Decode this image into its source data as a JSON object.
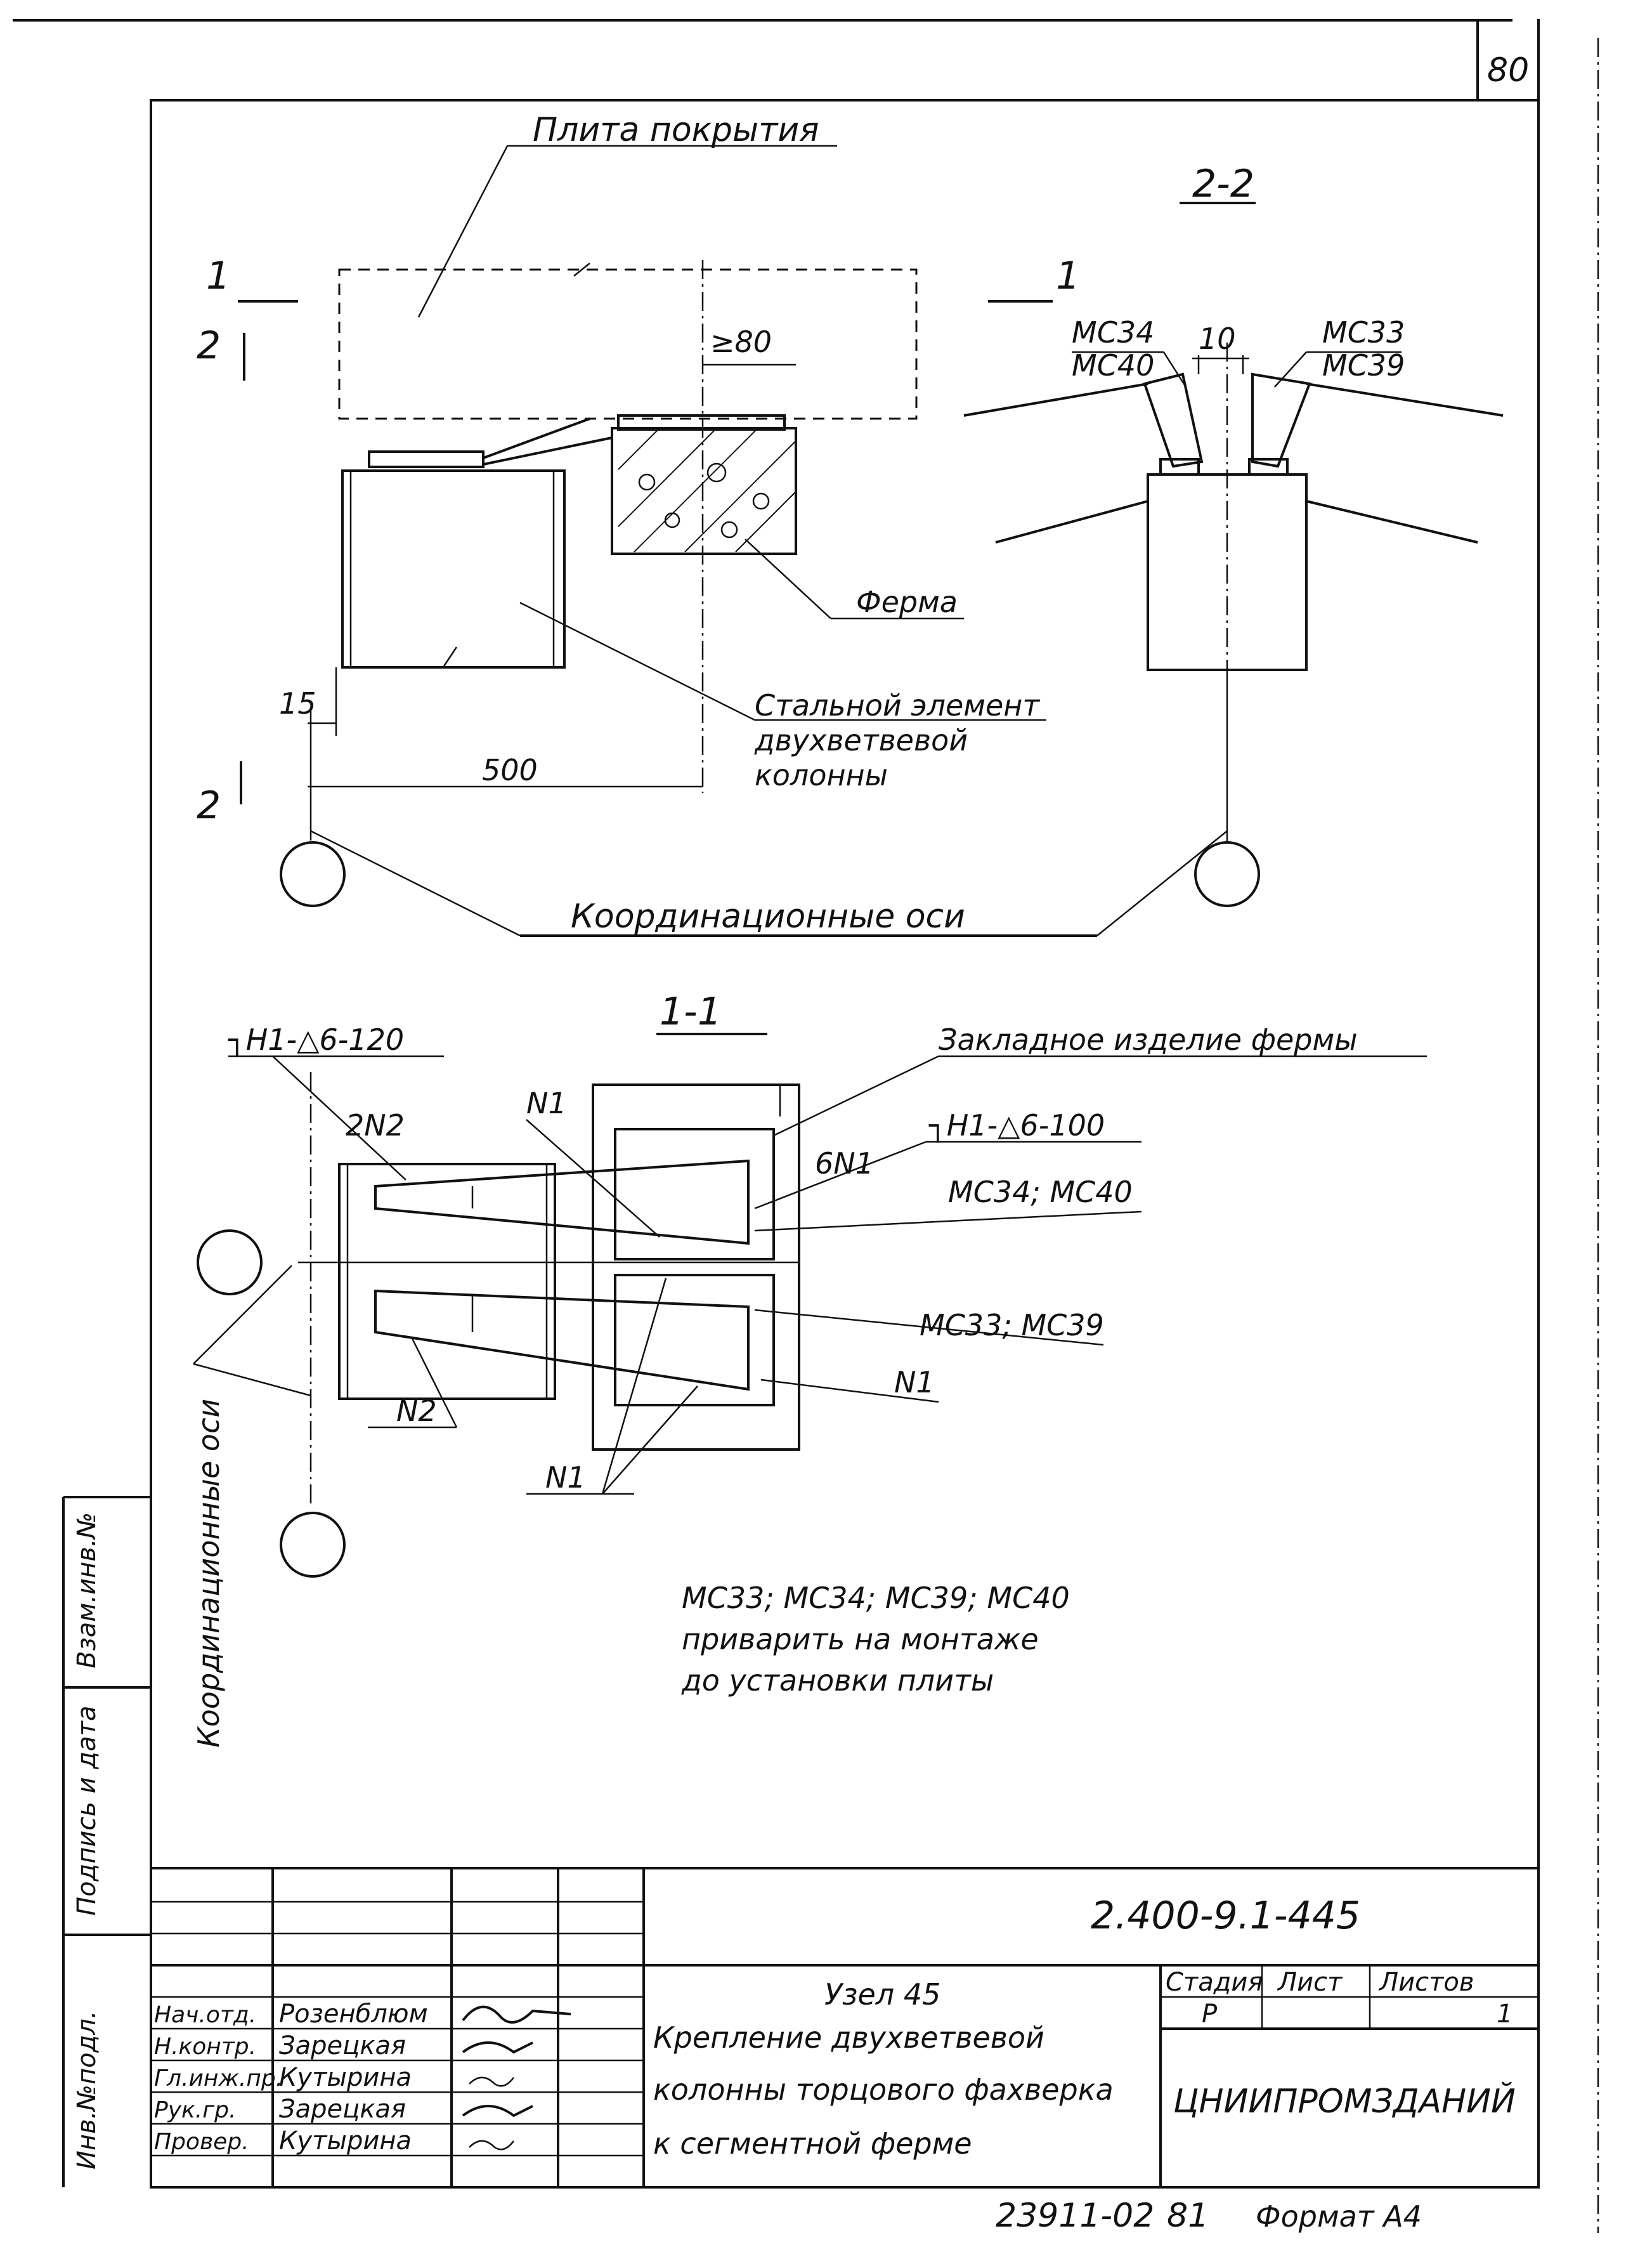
{
  "sheet": {
    "sheet_number": "80",
    "document_code": "2.400-9.1-445",
    "archive_number": "23911-02",
    "page_number": "81",
    "format": "Формат А4"
  },
  "labels": {
    "slab": "Плита покрытия",
    "truss": "Ферма",
    "column_element_1": "Стальной элемент",
    "column_element_2": "двухветвевой",
    "column_element_3": "колонны",
    "coord_axes": "Координационные оси",
    "coord_axes_vertical": "Координационные оси",
    "embedded_part": "Закладное изделие фермы",
    "dim_80": "≥80",
    "dim_15": "15",
    "dim_500": "500",
    "dim_10": "10",
    "section_1": "1",
    "section_2": "2",
    "section_2_2": "2-2",
    "section_1_1": "1-1",
    "mc34_mc40_stack_top": "МС34",
    "mc34_mc40_stack_bot": "МС40",
    "mc33_mc39_stack_top": "МС33",
    "mc33_mc39_stack_bot": "МС39",
    "weld_1": "┐Н1-△6-120",
    "weld_2": "┐Н1-△6-100",
    "n1": "N1",
    "n2": "N2",
    "two_n2": "2N2",
    "six_n1": "6N1",
    "mc34_mc40": "МС34; МС40",
    "mc33_mc39": "МС33; МС39"
  },
  "note": {
    "line1": "МС33; МС34; МС39; МС40",
    "line2": "приварить на монтаже",
    "line3": "до установки плиты"
  },
  "side_stamp": {
    "inv_podl": "Инв.№подл.",
    "podpis_data": "Подпись и дата",
    "vzam_inv": "Взам.инв.№"
  },
  "title_block": {
    "roles": [
      {
        "role": "Нач.отд.",
        "name": "Розенблюм"
      },
      {
        "role": "Н.контр.",
        "name": "Зарецкая"
      },
      {
        "role": "Гл.инж.пр.",
        "name": "Кутырина"
      },
      {
        "role": "Рук.гр.",
        "name": "Зарецкая"
      },
      {
        "role": "Провер.",
        "name": "Кутырина"
      }
    ],
    "title_line1": "Узел 45",
    "title_line2": "Крепление двухветвевой",
    "title_line3": "колонны торцового фахверка",
    "title_line4": "к сегментной ферме",
    "stage_header": "Стадия",
    "sheet_header": "Лист",
    "sheets_header": "Листов",
    "stage_value": "Р",
    "sheets_value": "1",
    "organization": "ЦНИИПРОМЗДАНИЙ"
  }
}
